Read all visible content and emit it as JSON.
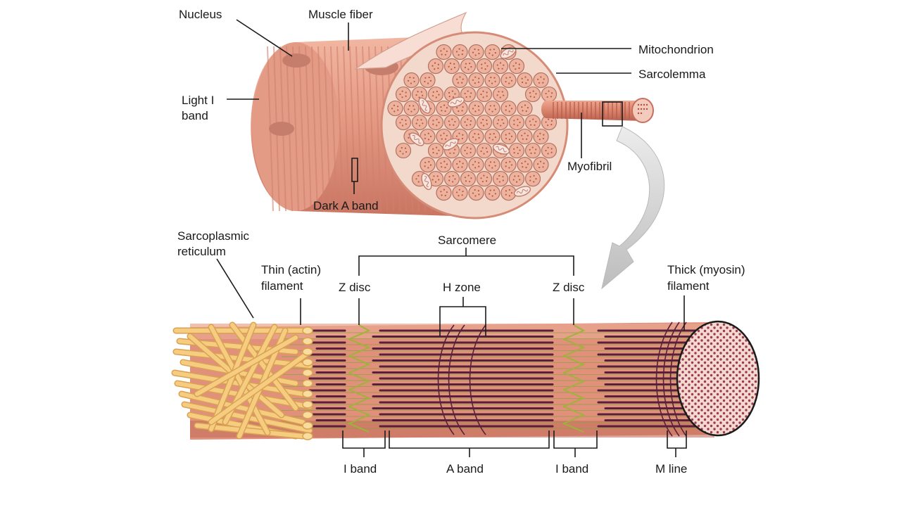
{
  "labels": {
    "nucleus": "Nucleus",
    "muscle_fiber": "Muscle fiber",
    "mitochondrion": "Mitochondrion",
    "sarcolemma": "Sarcolemma",
    "light_i_band_1": "Light I",
    "light_i_band_2": "band",
    "myofibril": "Myofibril",
    "dark_a_band": "Dark A band",
    "sarcoplasmic_1": "Sarcoplasmic",
    "sarcoplasmic_2": "reticulum",
    "sarcomere": "Sarcomere",
    "thin_filament_1": "Thin (actin)",
    "thin_filament_2": "filament",
    "z_disc_left": "Z disc",
    "h_zone": "H zone",
    "z_disc_right": "Z disc",
    "thick_filament_1": "Thick (myosin)",
    "thick_filament_2": "filament",
    "i_band_left": "I band",
    "a_band": "A band",
    "i_band_right": "I band",
    "m_line": "M line"
  },
  "colors": {
    "fiber_flesh": "#e7a08a",
    "fiber_dark": "#c97b68",
    "fibril_fill": "#ecb39f",
    "dot": "#c2553f",
    "sr_yellow": "#f6cd80",
    "sr_outline": "#d9a253",
    "thick_filament": "#5a1f3a",
    "thin_filament": "#8aa33a",
    "arrow_gray": "#d3d3d3"
  }
}
